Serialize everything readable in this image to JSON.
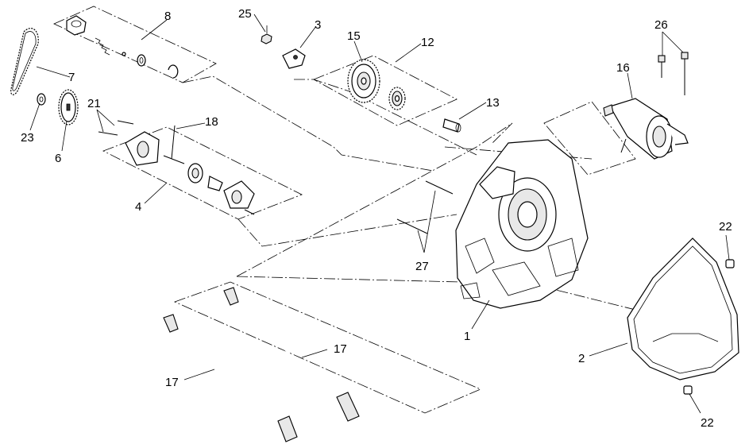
{
  "diagram": {
    "callouts": [
      {
        "id": "c8",
        "text": "8"
      },
      {
        "id": "c25",
        "text": "25"
      },
      {
        "id": "c3",
        "text": "3"
      },
      {
        "id": "c15",
        "text": "15"
      },
      {
        "id": "c12",
        "text": "12"
      },
      {
        "id": "c26",
        "text": "26"
      },
      {
        "id": "c16",
        "text": "16"
      },
      {
        "id": "c7",
        "text": "7"
      },
      {
        "id": "c21",
        "text": "21"
      },
      {
        "id": "c18",
        "text": "18"
      },
      {
        "id": "c13",
        "text": "13"
      },
      {
        "id": "c23",
        "text": "23"
      },
      {
        "id": "c6",
        "text": "6"
      },
      {
        "id": "c4",
        "text": "4"
      },
      {
        "id": "c27",
        "text": "27"
      },
      {
        "id": "c22a",
        "text": "22"
      },
      {
        "id": "c1",
        "text": "1"
      },
      {
        "id": "c17a",
        "text": "17"
      },
      {
        "id": "c2",
        "text": "2"
      },
      {
        "id": "c17b",
        "text": "17"
      },
      {
        "id": "c22b",
        "text": "22"
      }
    ]
  }
}
